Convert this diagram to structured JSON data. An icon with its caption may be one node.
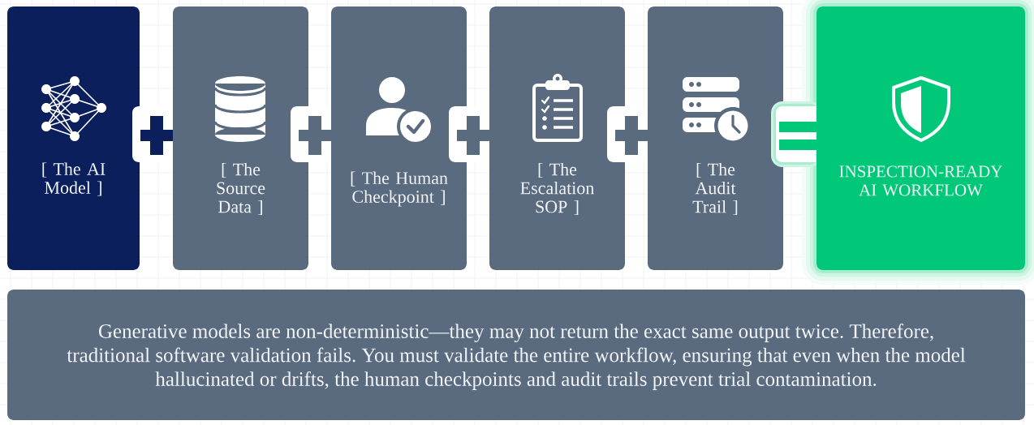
{
  "diagram": {
    "nodes": [
      {
        "text": [
          "[ The AI Model ]"
        ]
      },
      {
        "text": [
          "[ The Source Data ]"
        ]
      },
      {
        "text": [
          "[ The Human Checkpoint ]"
        ]
      },
      {
        "text": [
          "[ The Escalation SOP ]"
        ]
      },
      {
        "text": [
          "[ The Audit Trail ]"
        ]
      },
      {
        "text": [
          "INSPECTION-READY AI WORKFLOW"
        ]
      },
      {
        "text": [
          "Generative models are non-deterministic—they may not return the exact same output twice. Therefore, traditional software validation fails. You must validate the entire workflow, ensuring that even when the model hallucinated or drifts, the human checkpoints and audit trails prevent trial contamination."
        ]
      }
    ]
  }
}
